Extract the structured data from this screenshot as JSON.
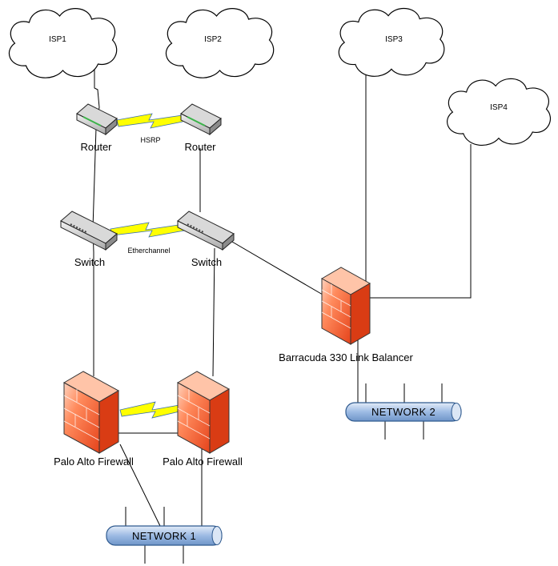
{
  "clouds": [
    {
      "id": "isp1",
      "label": "ISP1"
    },
    {
      "id": "isp2",
      "label": "ISP2"
    },
    {
      "id": "isp3",
      "label": "ISP3"
    },
    {
      "id": "isp4",
      "label": "ISP4"
    }
  ],
  "routers": [
    {
      "id": "router-1",
      "label": "Router"
    },
    {
      "id": "router-2",
      "label": "Router"
    }
  ],
  "router_link_label": "HSRP",
  "switches": [
    {
      "id": "switch-1",
      "label": "Switch"
    },
    {
      "id": "switch-2",
      "label": "Switch"
    }
  ],
  "switch_link_label": "Etherchannel",
  "link_balancer": {
    "label": "Barracuda 330 Link Balancer"
  },
  "firewalls": [
    {
      "id": "firewall-1",
      "label": "Palo Alto Firewall"
    },
    {
      "id": "firewall-2",
      "label": "Palo Alto Firewall"
    }
  ],
  "networks": [
    {
      "id": "network-1",
      "label": "NETWORK 1"
    },
    {
      "id": "network-2",
      "label": "NETWORK 2"
    }
  ],
  "colors": {
    "lightning": "#ffff00",
    "firewall_dark": "#e8451a",
    "firewall_light": "#ffb08f",
    "bus_fill": "#a9c4e8",
    "bus_stroke": "#2f5a8f"
  }
}
